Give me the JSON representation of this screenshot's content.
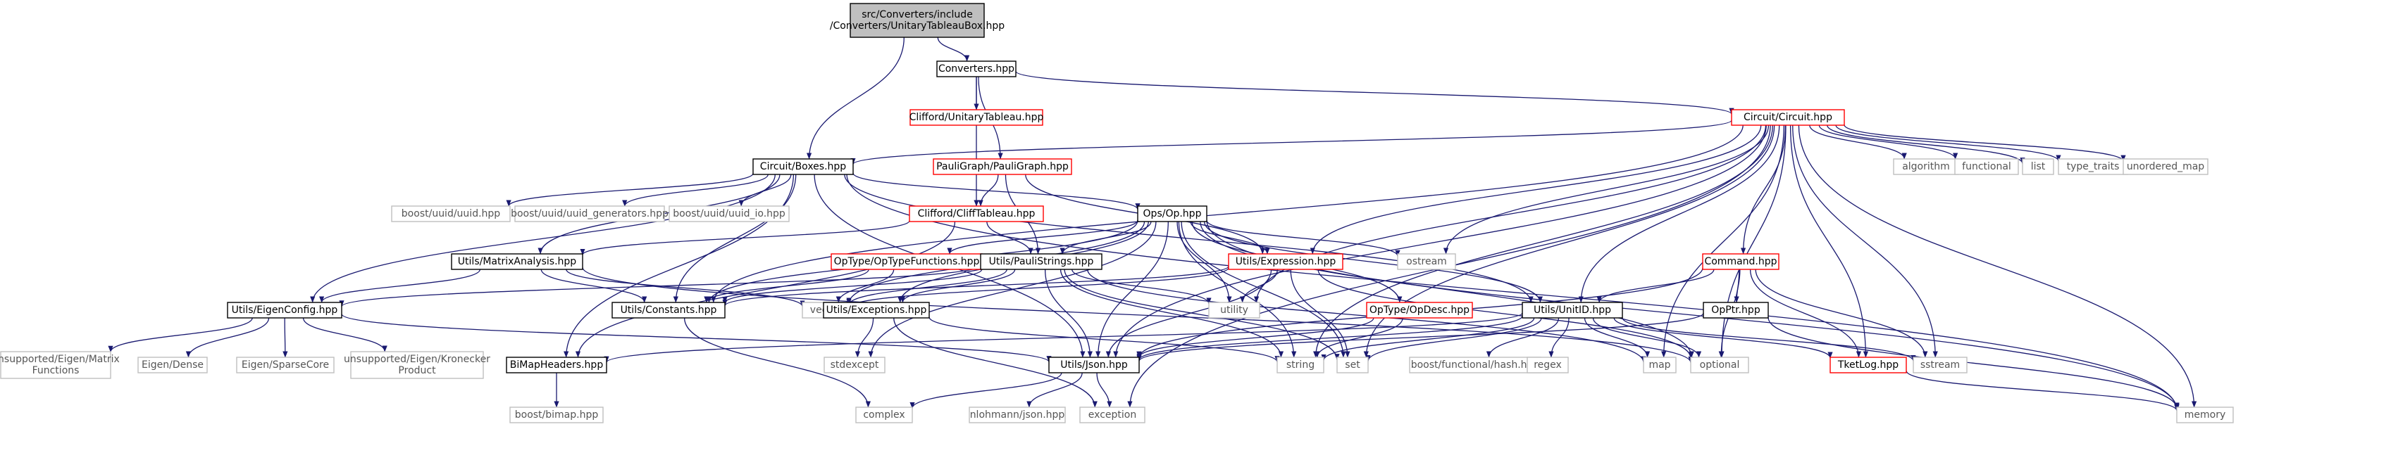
{
  "colors": {
    "edge": "#191970",
    "border_black": "#000000",
    "border_red": "#ff0000",
    "border_gray": "#bfbfbf",
    "fill_root": "#bfbfbf",
    "text_dark": "#000000",
    "text_gray": "#555555"
  },
  "nodes": [
    {
      "id": "root",
      "lines": [
        "src/Converters/include",
        "/Converters/UnitaryTableauBox.hpp"
      ],
      "style": "root"
    },
    {
      "id": "converters",
      "lines": [
        "Converters.hpp"
      ],
      "style": "black"
    },
    {
      "id": "circuit",
      "lines": [
        "Circuit/Circuit.hpp"
      ],
      "style": "red"
    },
    {
      "id": "clifford_unitary",
      "lines": [
        "Clifford/UnitaryTableau.hpp"
      ],
      "style": "red"
    },
    {
      "id": "boxes",
      "lines": [
        "Circuit/Boxes.hpp"
      ],
      "style": "black"
    },
    {
      "id": "pauligraph",
      "lines": [
        "PauliGraph/PauliGraph.hpp"
      ],
      "style": "red"
    },
    {
      "id": "cliff_tableau",
      "lines": [
        "Clifford/CliffTableau.hpp"
      ],
      "style": "red"
    },
    {
      "id": "ops_op",
      "lines": [
        "Ops/Op.hpp"
      ],
      "style": "black"
    },
    {
      "id": "boost_uuid",
      "lines": [
        "boost/uuid/uuid.hpp"
      ],
      "style": "gray"
    },
    {
      "id": "boost_uuid_gen",
      "lines": [
        "boost/uuid/uuid_generators.hpp"
      ],
      "style": "gray"
    },
    {
      "id": "boost_uuid_io",
      "lines": [
        "boost/uuid/uuid_io.hpp"
      ],
      "style": "gray"
    },
    {
      "id": "algorithm",
      "lines": [
        "algorithm"
      ],
      "style": "gray"
    },
    {
      "id": "functional",
      "lines": [
        "functional"
      ],
      "style": "gray"
    },
    {
      "id": "list",
      "lines": [
        "list"
      ],
      "style": "gray"
    },
    {
      "id": "type_traits",
      "lines": [
        "type_traits"
      ],
      "style": "gray"
    },
    {
      "id": "unordered_map",
      "lines": [
        "unordered_map"
      ],
      "style": "gray"
    },
    {
      "id": "matrix_analysis",
      "lines": [
        "Utils/MatrixAnalysis.hpp"
      ],
      "style": "black"
    },
    {
      "id": "optype_functions",
      "lines": [
        "OpType/OpTypeFunctions.hpp"
      ],
      "style": "red"
    },
    {
      "id": "pauli_strings",
      "lines": [
        "Utils/PauliStrings.hpp"
      ],
      "style": "black"
    },
    {
      "id": "expression",
      "lines": [
        "Utils/Expression.hpp"
      ],
      "style": "red"
    },
    {
      "id": "ostream",
      "lines": [
        "ostream"
      ],
      "style": "gray"
    },
    {
      "id": "command",
      "lines": [
        "Command.hpp"
      ],
      "style": "red"
    },
    {
      "id": "eigen_config",
      "lines": [
        "Utils/EigenConfig.hpp"
      ],
      "style": "black"
    },
    {
      "id": "constants",
      "lines": [
        "Utils/Constants.hpp"
      ],
      "style": "black"
    },
    {
      "id": "vector",
      "lines": [
        "vector"
      ],
      "style": "gray"
    },
    {
      "id": "exceptions",
      "lines": [
        "Utils/Exceptions.hpp"
      ],
      "style": "black"
    },
    {
      "id": "utility",
      "lines": [
        "utility"
      ],
      "style": "gray"
    },
    {
      "id": "opdesc",
      "lines": [
        "OpType/OpDesc.hpp"
      ],
      "style": "red"
    },
    {
      "id": "unit_id",
      "lines": [
        "Utils/UnitID.hpp"
      ],
      "style": "black"
    },
    {
      "id": "opptr",
      "lines": [
        "OpPtr.hpp"
      ],
      "style": "black"
    },
    {
      "id": "eigen_matrix_functions",
      "lines": [
        "unsupported/Eigen/Matrix",
        "Functions"
      ],
      "style": "gray"
    },
    {
      "id": "eigen_dense",
      "lines": [
        "Eigen/Dense"
      ],
      "style": "gray"
    },
    {
      "id": "eigen_sparse",
      "lines": [
        "Eigen/SparseCore"
      ],
      "style": "gray"
    },
    {
      "id": "eigen_kron",
      "lines": [
        "unsupported/Eigen/Kronecker",
        "Product"
      ],
      "style": "gray"
    },
    {
      "id": "bimap_headers",
      "lines": [
        "BiMapHeaders.hpp"
      ],
      "style": "black"
    },
    {
      "id": "stdexcept",
      "lines": [
        "stdexcept"
      ],
      "style": "gray"
    },
    {
      "id": "json",
      "lines": [
        "Utils/Json.hpp"
      ],
      "style": "black"
    },
    {
      "id": "string",
      "lines": [
        "string"
      ],
      "style": "gray"
    },
    {
      "id": "set",
      "lines": [
        "set"
      ],
      "style": "gray"
    },
    {
      "id": "boost_hash",
      "lines": [
        "boost/functional/hash.hpp"
      ],
      "style": "gray"
    },
    {
      "id": "regex",
      "lines": [
        "regex"
      ],
      "style": "gray"
    },
    {
      "id": "map",
      "lines": [
        "map"
      ],
      "style": "gray"
    },
    {
      "id": "optional",
      "lines": [
        "optional"
      ],
      "style": "gray"
    },
    {
      "id": "tketlog",
      "lines": [
        "TketLog.hpp"
      ],
      "style": "red"
    },
    {
      "id": "sstream",
      "lines": [
        "sstream"
      ],
      "style": "gray"
    },
    {
      "id": "boost_bimap",
      "lines": [
        "boost/bimap.hpp"
      ],
      "style": "gray"
    },
    {
      "id": "complex",
      "lines": [
        "complex"
      ],
      "style": "gray"
    },
    {
      "id": "nlohmann_json",
      "lines": [
        "nlohmann/json.hpp"
      ],
      "style": "gray"
    },
    {
      "id": "exception",
      "lines": [
        "exception"
      ],
      "style": "gray"
    },
    {
      "id": "memory",
      "lines": [
        "memory"
      ],
      "style": "gray"
    }
  ],
  "edges": [
    [
      "root",
      "converters"
    ],
    [
      "root",
      "boxes"
    ],
    [
      "converters",
      "circuit"
    ],
    [
      "converters",
      "clifford_unitary"
    ],
    [
      "converters",
      "pauligraph"
    ],
    [
      "converters",
      "cliff_tableau"
    ],
    [
      "circuit",
      "boxes"
    ],
    [
      "circuit",
      "algorithm"
    ],
    [
      "circuit",
      "functional"
    ],
    [
      "circuit",
      "list"
    ],
    [
      "circuit",
      "type_traits"
    ],
    [
      "circuit",
      "unordered_map"
    ],
    [
      "circuit",
      "command"
    ],
    [
      "circuit",
      "ostream"
    ],
    [
      "circuit",
      "expression"
    ],
    [
      "circuit",
      "unit_id"
    ],
    [
      "circuit",
      "json"
    ],
    [
      "circuit",
      "constants"
    ],
    [
      "circuit",
      "optional"
    ],
    [
      "circuit",
      "map"
    ],
    [
      "circuit",
      "set"
    ],
    [
      "circuit",
      "tketlog"
    ],
    [
      "circuit",
      "sstream"
    ],
    [
      "circuit",
      "memory"
    ],
    [
      "circuit",
      "exception"
    ],
    [
      "circuit",
      "utility"
    ],
    [
      "circuit",
      "string"
    ],
    [
      "boxes",
      "ops_op"
    ],
    [
      "boxes",
      "boost_uuid"
    ],
    [
      "boxes",
      "boost_uuid_gen"
    ],
    [
      "boxes",
      "boost_uuid_io"
    ],
    [
      "boxes",
      "matrix_analysis"
    ],
    [
      "boxes",
      "eigen_config"
    ],
    [
      "boxes",
      "bimap_headers"
    ],
    [
      "boxes",
      "unit_id"
    ],
    [
      "boxes",
      "constants"
    ],
    [
      "boxes",
      "memory"
    ],
    [
      "boxes",
      "json"
    ],
    [
      "pauligraph",
      "cliff_tableau"
    ],
    [
      "pauligraph",
      "pauli_strings"
    ],
    [
      "pauligraph",
      "expression"
    ],
    [
      "cliff_tableau",
      "pauli_strings"
    ],
    [
      "cliff_tableau",
      "matrix_analysis"
    ],
    [
      "cliff_tableau",
      "bimap_headers"
    ],
    [
      "ops_op",
      "optype_functions"
    ],
    [
      "ops_op",
      "pauli_strings"
    ],
    [
      "ops_op",
      "expression"
    ],
    [
      "ops_op",
      "ostream"
    ],
    [
      "ops_op",
      "constants"
    ],
    [
      "ops_op",
      "vector"
    ],
    [
      "ops_op",
      "exceptions"
    ],
    [
      "ops_op",
      "utility"
    ],
    [
      "ops_op",
      "opdesc"
    ],
    [
      "ops_op",
      "unit_id"
    ],
    [
      "ops_op",
      "json"
    ],
    [
      "ops_op",
      "string"
    ],
    [
      "ops_op",
      "set"
    ],
    [
      "ops_op",
      "memory"
    ],
    [
      "ops_op",
      "stdexcept"
    ],
    [
      "ops_op",
      "optional"
    ],
    [
      "matrix_analysis",
      "eigen_config"
    ],
    [
      "matrix_analysis",
      "constants"
    ],
    [
      "matrix_analysis",
      "vector"
    ],
    [
      "matrix_analysis",
      "optional"
    ],
    [
      "optype_functions",
      "vector"
    ],
    [
      "optype_functions",
      "constants"
    ],
    [
      "pauli_strings",
      "eigen_config"
    ],
    [
      "pauli_strings",
      "constants"
    ],
    [
      "pauli_strings",
      "exceptions"
    ],
    [
      "pauli_strings",
      "json"
    ],
    [
      "pauli_strings",
      "vector"
    ],
    [
      "pauli_strings",
      "utility"
    ],
    [
      "pauli_strings",
      "string"
    ],
    [
      "pauli_strings",
      "map"
    ],
    [
      "pauli_strings",
      "set"
    ],
    [
      "expression",
      "json"
    ],
    [
      "expression",
      "constants"
    ],
    [
      "expression",
      "set"
    ],
    [
      "expression",
      "vector"
    ],
    [
      "expression",
      "utility"
    ],
    [
      "expression",
      "optional"
    ],
    [
      "command",
      "unit_id"
    ],
    [
      "command",
      "opptr"
    ],
    [
      "command",
      "json"
    ],
    [
      "command",
      "optional"
    ],
    [
      "command",
      "tketlog"
    ],
    [
      "command",
      "sstream"
    ],
    [
      "eigen_config",
      "eigen_matrix_functions"
    ],
    [
      "eigen_config",
      "eigen_dense"
    ],
    [
      "eigen_config",
      "eigen_sparse"
    ],
    [
      "eigen_config",
      "eigen_kron"
    ],
    [
      "eigen_config",
      "json"
    ],
    [
      "constants",
      "complex"
    ],
    [
      "exceptions",
      "stdexcept"
    ],
    [
      "exceptions",
      "string"
    ],
    [
      "exceptions",
      "exception"
    ],
    [
      "opdesc",
      "string"
    ],
    [
      "opdesc",
      "json"
    ],
    [
      "unit_id",
      "json"
    ],
    [
      "unit_id",
      "bimap_headers"
    ],
    [
      "unit_id",
      "string"
    ],
    [
      "unit_id",
      "set"
    ],
    [
      "unit_id",
      "boost_hash"
    ],
    [
      "unit_id",
      "regex"
    ],
    [
      "unit_id",
      "map"
    ],
    [
      "unit_id",
      "optional"
    ],
    [
      "unit_id",
      "sstream"
    ],
    [
      "unit_id",
      "tketlog"
    ],
    [
      "opptr",
      "memory"
    ],
    [
      "opptr",
      "json"
    ],
    [
      "tketlog",
      "memory"
    ],
    [
      "bimap_headers",
      "boost_bimap"
    ],
    [
      "json",
      "nlohmann_json"
    ],
    [
      "json",
      "complex"
    ],
    [
      "json",
      "exception"
    ]
  ]
}
